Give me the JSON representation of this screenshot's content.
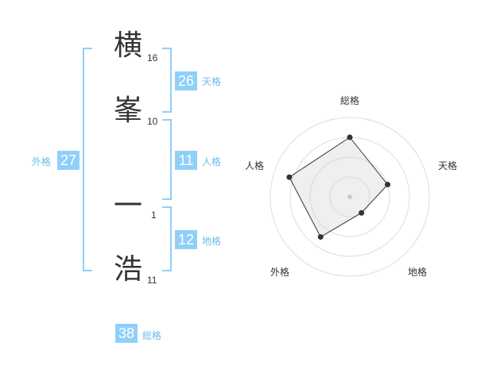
{
  "name_chars": [
    {
      "char": "横",
      "strokes": "16"
    },
    {
      "char": "峯",
      "strokes": "10"
    },
    {
      "char": "一",
      "strokes": "1"
    },
    {
      "char": "浩",
      "strokes": "11"
    }
  ],
  "fortunes": {
    "tenkaku": {
      "value": "26",
      "label": "天格"
    },
    "jinkaku": {
      "value": "11",
      "label": "人格"
    },
    "chikaku": {
      "value": "12",
      "label": "地格"
    },
    "gaikaku": {
      "value": "27",
      "label": "外格"
    },
    "soukaku": {
      "value": "38",
      "label": "総格"
    }
  },
  "colors": {
    "accent": "#8fd0f8",
    "label": "#6cbbe8",
    "text": "#333333"
  },
  "chart_data": {
    "type": "radar",
    "axes": [
      "総格",
      "天格",
      "地格",
      "外格",
      "人格"
    ],
    "values": [
      3,
      2,
      1,
      2.5,
      3.2
    ],
    "max": 4,
    "rings": 4
  }
}
